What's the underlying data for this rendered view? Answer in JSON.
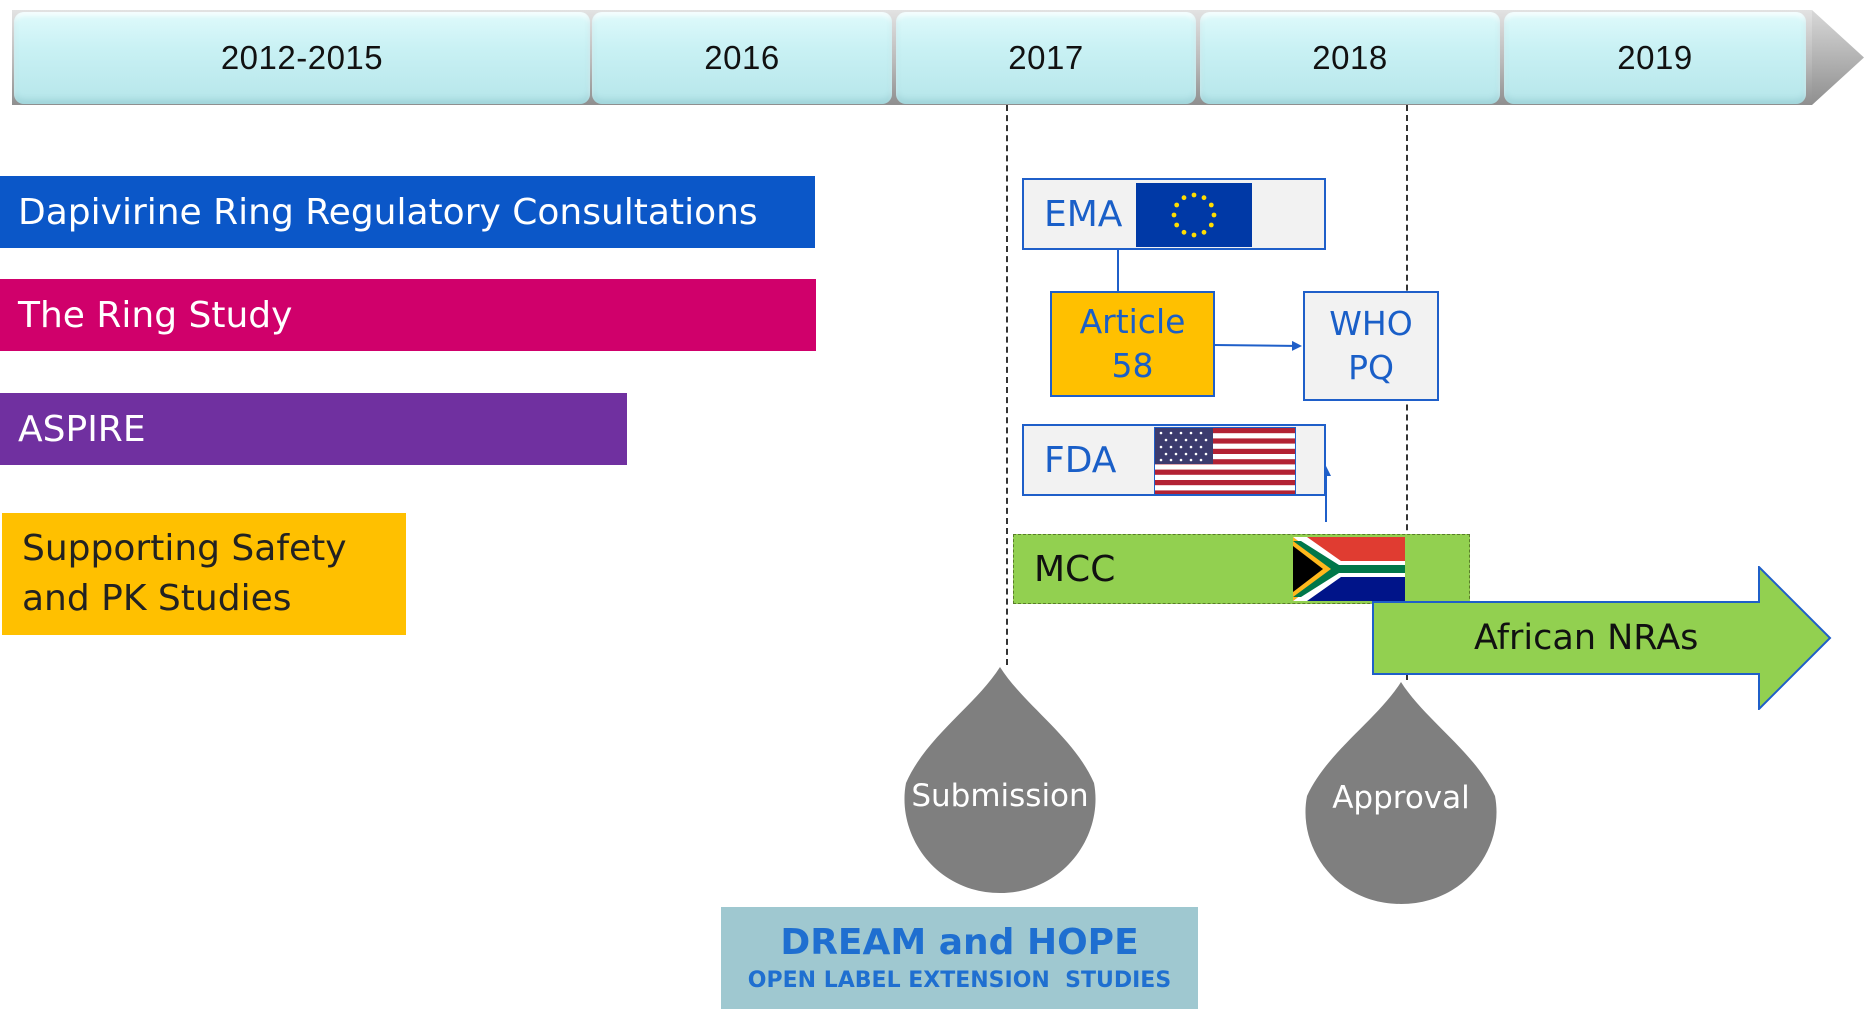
{
  "timeline": {
    "segments": [
      "2012-2015",
      "2016",
      "2017",
      "2018",
      "2019"
    ]
  },
  "studies": [
    {
      "label": "Dapivirine Ring Regulatory Consultations",
      "color": "#0b57c8"
    },
    {
      "label": "The Ring Study",
      "color": "#d0006b"
    },
    {
      "label": "ASPIRE",
      "color": "#7030a0"
    },
    {
      "lines": [
        "Supporting Safety",
        "and PK Studies"
      ],
      "color": "#ffc000"
    }
  ],
  "regulators": {
    "ema": {
      "label": "EMA",
      "flag_icon": "eu-flag-icon"
    },
    "article58": {
      "lines": [
        "Article",
        "58"
      ],
      "color": "#ffc000"
    },
    "who": {
      "lines": [
        "WHO",
        "PQ"
      ]
    },
    "fda": {
      "label": "FDA",
      "flag_icon": "us-flag-icon"
    },
    "mcc": {
      "label": "MCC",
      "flag_icon": "south-africa-flag-icon",
      "color": "#92d050"
    },
    "african_nras": {
      "label": "African NRAs",
      "color": "#92d050"
    }
  },
  "milestones": {
    "submission": "Submission",
    "approval": "Approval"
  },
  "extension": {
    "title": "DREAM and HOPE",
    "subtitle": "OPEN LABEL EXTENSION  STUDIES"
  },
  "colors": {
    "drop": "#7f7f7f",
    "box_border": "#1f5fc9",
    "text_blue": "#1a5fc8"
  }
}
